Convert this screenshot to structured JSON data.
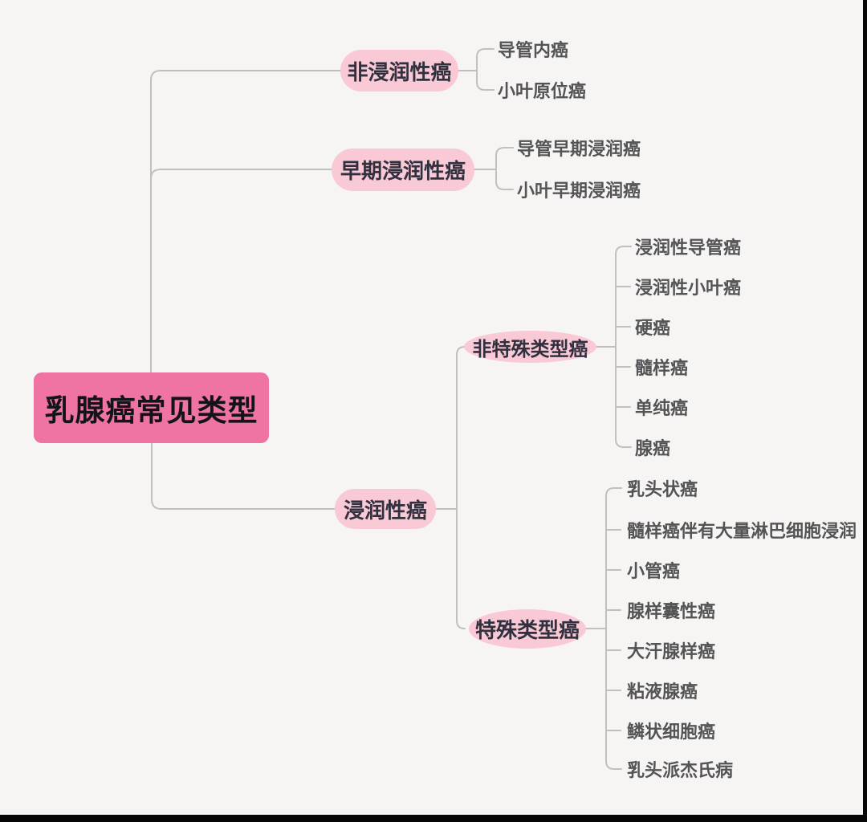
{
  "title": "乳腺癌常见类型",
  "palette": {
    "background": "#f6f5f3",
    "root_fill": "#ef73a3",
    "root_text": "#141418",
    "node_fill": "#f9c9d5",
    "node_text": "#30303f",
    "leaf_text": "#545456",
    "connector_line": "#c0c0c0",
    "frame_bar": "#070707"
  },
  "root": {
    "label": "乳腺癌常见类型"
  },
  "branches": [
    {
      "label": "非浸润性癌",
      "children": [
        "导管内癌",
        "小叶原位癌"
      ]
    },
    {
      "label": "早期浸润性癌",
      "children": [
        "导管早期浸润癌",
        "小叶早期浸润癌"
      ]
    },
    {
      "label": "浸润性癌",
      "subbranches": [
        {
          "label": "非特殊类型癌",
          "children": [
            "浸润性导管癌",
            "浸润性小叶癌",
            "硬癌",
            "髓样癌",
            "单纯癌",
            "腺癌"
          ]
        },
        {
          "label": "特殊类型癌",
          "children": [
            "乳头状癌",
            "髓样癌伴有大量淋巴细胞浸润",
            "小管癌",
            "腺样囊性癌",
            "大汗腺样癌",
            "粘液腺癌",
            "鳞状细胞癌",
            "乳头派杰氏病"
          ]
        }
      ]
    }
  ]
}
